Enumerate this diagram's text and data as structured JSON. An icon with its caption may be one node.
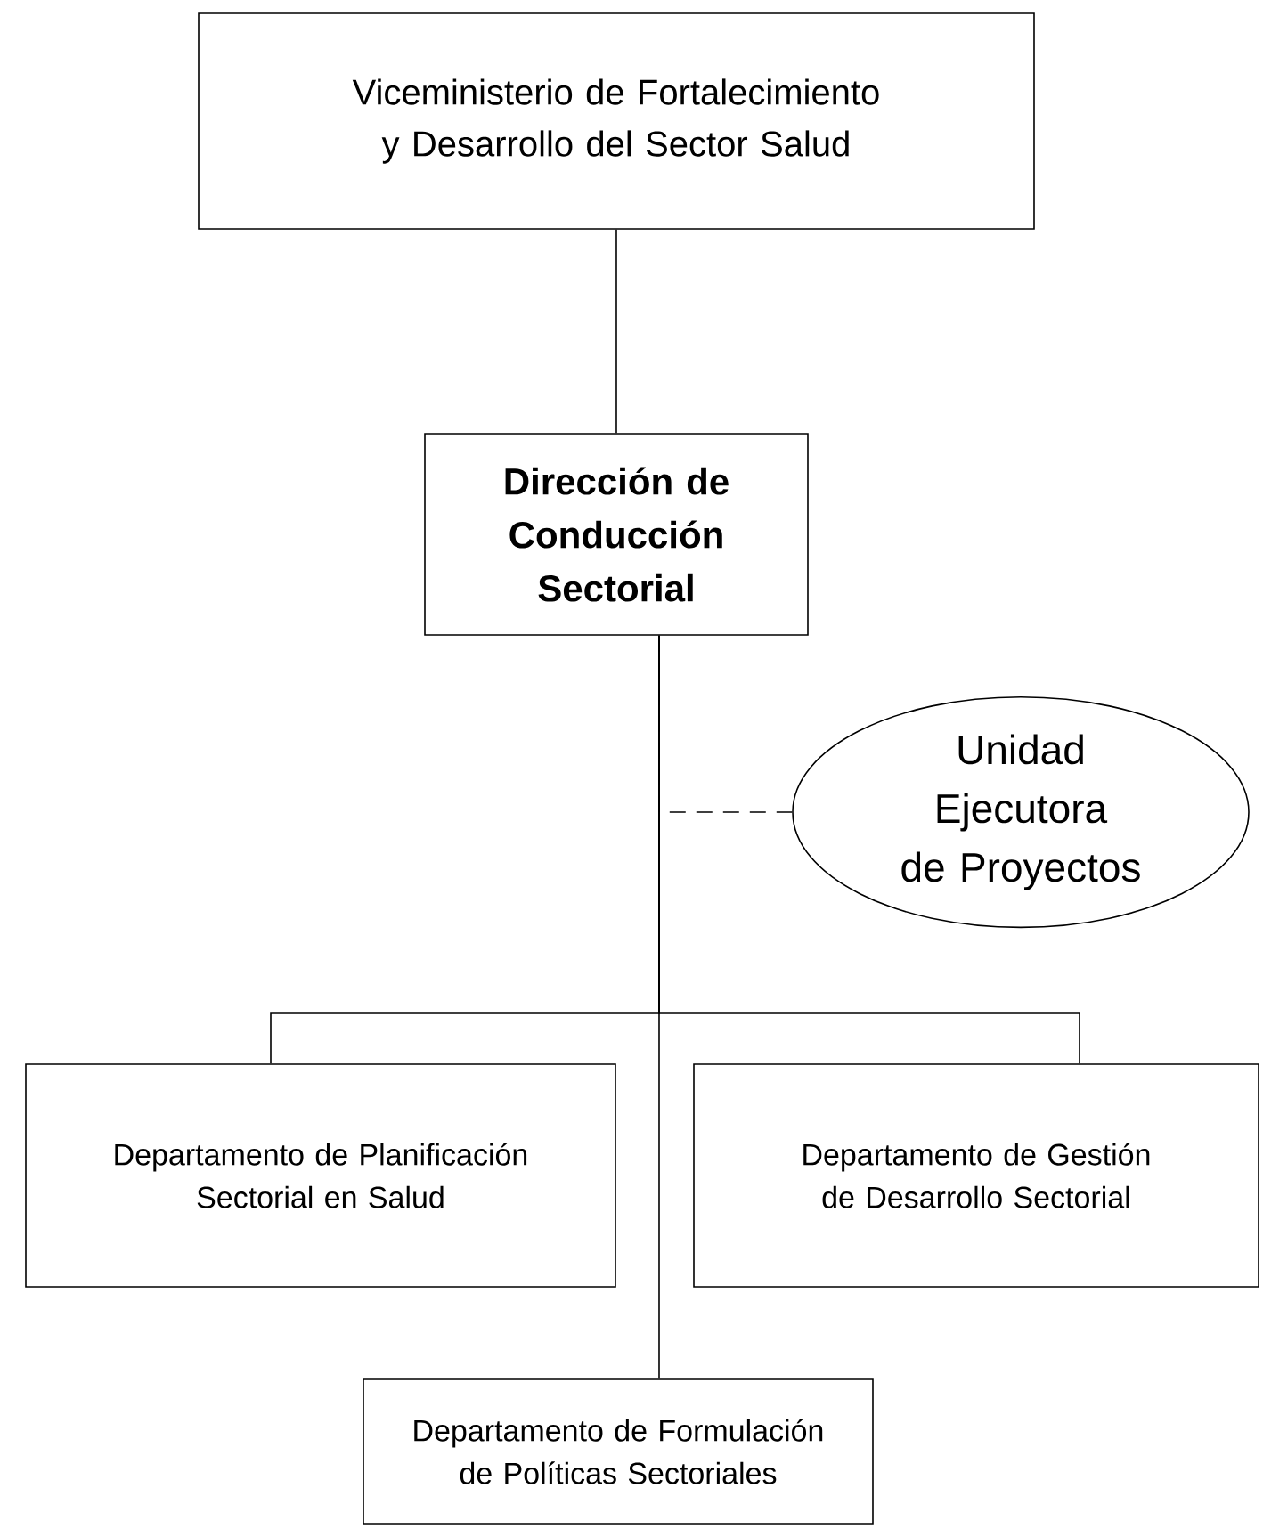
{
  "diagram": {
    "nodes": [
      {
        "text": [
          "Viceministerio de Fortalecimiento y Desarrollo del Sector Salud"
        ]
      },
      {
        "text": [
          "Dirección de Conducción Sectorial"
        ]
      },
      {
        "text": [
          "Unidad Ejecutora de Proyectos"
        ]
      },
      {
        "text": [
          "Departamento de Planificación Sectorial en Salud"
        ]
      },
      {
        "text": [
          "Departamento de Gestión de Desarrollo Sectorial"
        ]
      },
      {
        "text": [
          "Departamento de Formulación de Políticas Sectoriales"
        ]
      }
    ],
    "edges": [
      {
        "from": 0,
        "to": 1,
        "arrow": "none"
      },
      {
        "from": 1,
        "to": 2,
        "arrow": "none",
        "style": "dashed"
      },
      {
        "from": 1,
        "to": 3,
        "arrow": "none"
      },
      {
        "from": 1,
        "to": 4,
        "arrow": "none"
      },
      {
        "from": 1,
        "to": 5,
        "arrow": "none"
      }
    ]
  }
}
